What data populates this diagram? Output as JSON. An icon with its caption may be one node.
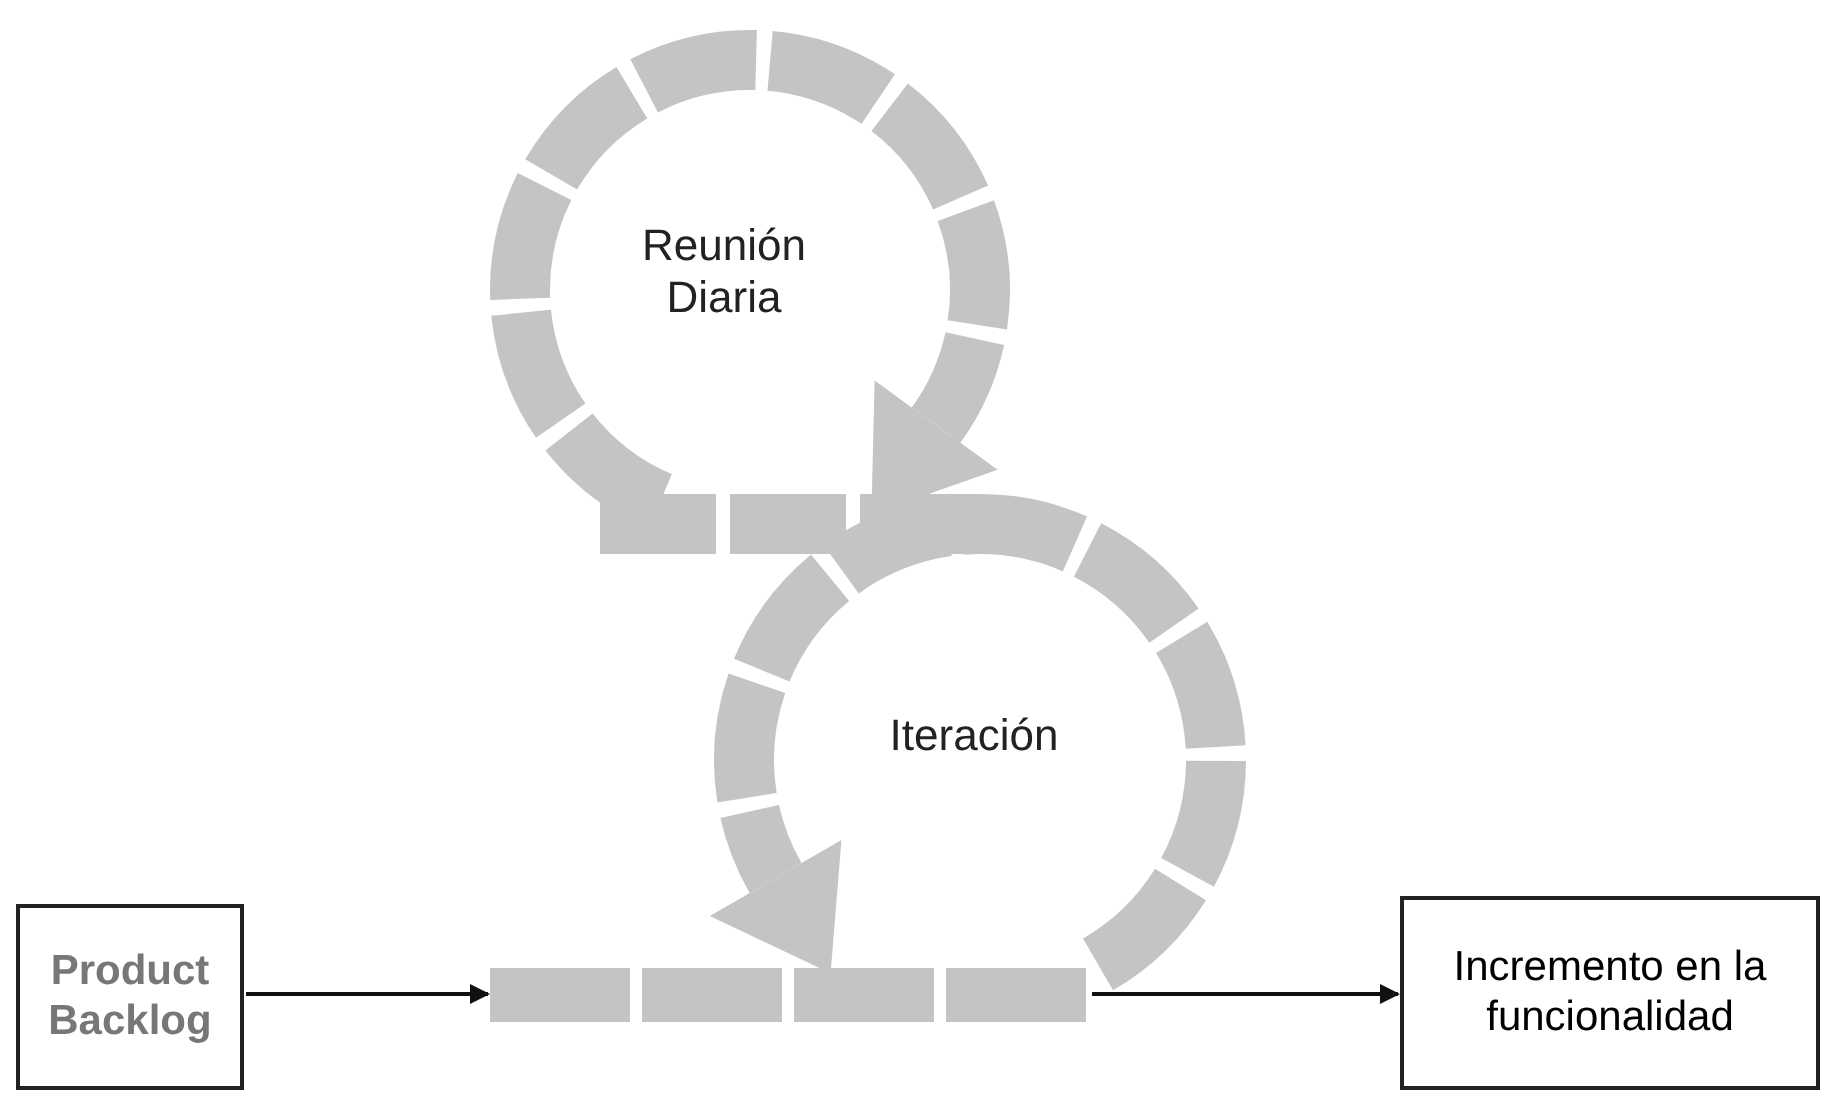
{
  "diagram": {
    "nodes": [
      {
        "text": [
          "Product Backlog"
        ]
      },
      {
        "text": [],
        "shape": "bar"
      },
      {
        "text": [
          "Incremento en la funcionalidad"
        ]
      }
    ],
    "edges": [
      {
        "from": 0,
        "to": 1,
        "arrow": "to"
      },
      {
        "from": 1,
        "to": 2,
        "arrow": "to"
      }
    ],
    "labels": [
      "Reunión Diaria",
      "Iteración"
    ]
  }
}
